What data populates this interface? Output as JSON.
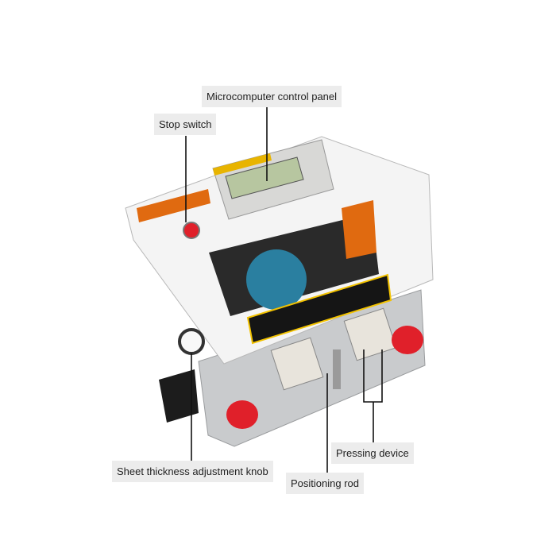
{
  "labels": {
    "control_panel": "Microcomputer control panel",
    "stop_switch": "Stop switch",
    "thickness_knob": "Sheet thickness adjustment knob",
    "pressing_device": "Pressing device",
    "positioning_rod": "Positioning rod"
  },
  "colors": {
    "label_bg": "#ececec",
    "knob_red": "#e0202a",
    "motor_blue": "#2a7fa0",
    "sign_yellow": "#f2c200"
  }
}
